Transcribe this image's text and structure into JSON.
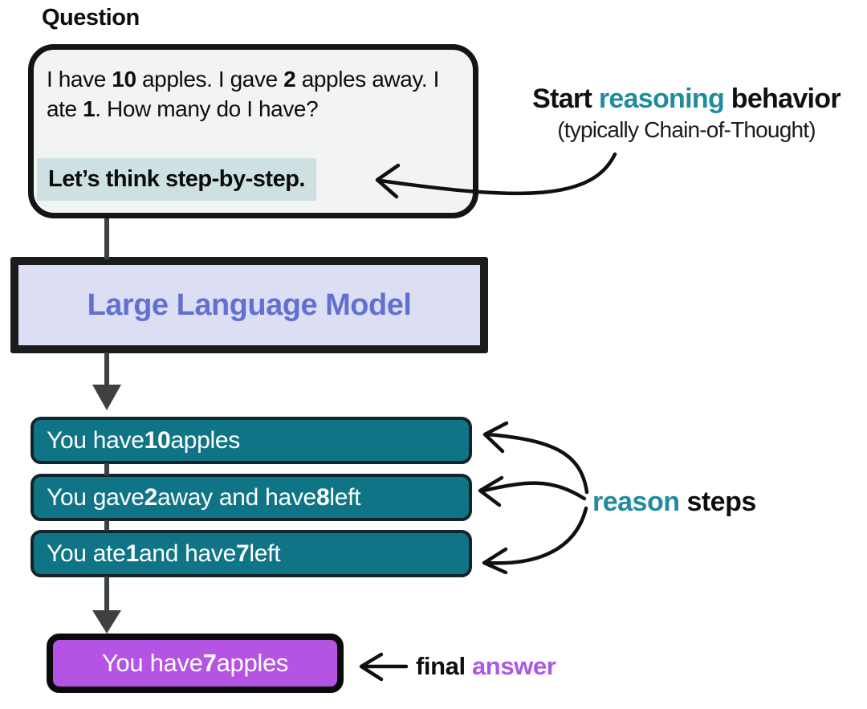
{
  "question_label": "Question",
  "question": {
    "prompt_parts": [
      "I have ",
      "10",
      " apples. I gave ",
      "2",
      " apples away. I ate ",
      "1",
      ". How many do I have?"
    ],
    "cot_trigger": "Let’s think step-by-step."
  },
  "start_reasoning_annotation": {
    "prefix": "Start ",
    "accent": "reasoning",
    "suffix": " behavior",
    "subtitle": "(typically Chain-of-Thought)"
  },
  "llm": {
    "label": "Large Language Model"
  },
  "reason_steps": [
    {
      "parts": [
        "You have ",
        "10",
        " apples"
      ]
    },
    {
      "parts": [
        "You gave ",
        "2",
        " away and have ",
        "8",
        " left"
      ]
    },
    {
      "parts": [
        "You ate ",
        "1",
        " and have ",
        "7",
        " left"
      ]
    }
  ],
  "reason_steps_label": {
    "accent": "reason",
    "suffix": " steps"
  },
  "answer": {
    "parts": [
      "You have ",
      "7",
      " apples"
    ]
  },
  "final_answer_label": {
    "prefix": "final ",
    "accent": "answer"
  },
  "colors": {
    "question_box_fill": "#f2f3f3",
    "cot_highlight_fill": "#cfe0e3",
    "llm_box_fill": "#dcdff3",
    "llm_text": "#6170d2",
    "step_box_fill": "#0f7586",
    "teal_accent": "#1f8b9f",
    "answer_box_fill": "#b453e4",
    "purple_accent": "#ac58e4",
    "connector_gray": "#3e4042",
    "arrow_black": "#101010"
  }
}
